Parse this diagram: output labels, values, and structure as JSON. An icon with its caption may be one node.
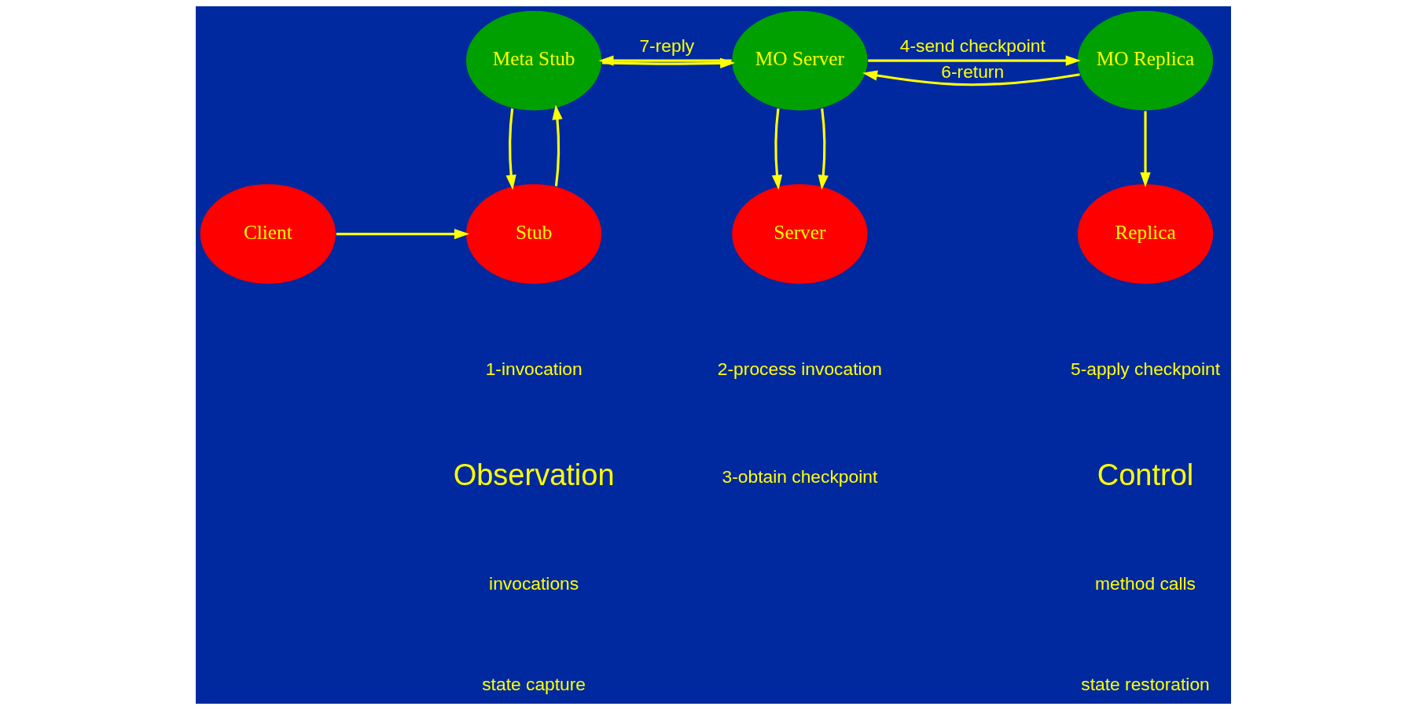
{
  "diagram": {
    "nodes": [
      {
        "text": [
          "Meta Stub"
        ]
      },
      {
        "text": [
          "MO Server"
        ]
      },
      {
        "text": [
          "MO Replica"
        ]
      },
      {
        "text": [
          "Client"
        ]
      },
      {
        "text": [
          "Stub"
        ]
      },
      {
        "text": [
          "Server"
        ]
      },
      {
        "text": [
          "Replica"
        ]
      }
    ],
    "edges": [
      {
        "from": 0,
        "to": 1,
        "arrow": "to"
      },
      {
        "from": 1,
        "to": 2,
        "arrow": "to",
        "label": "4-send checkpoint"
      },
      {
        "from": 2,
        "to": 1,
        "arrow": "to",
        "label": "6-return"
      },
      {
        "from": 1,
        "to": 0,
        "arrow": "to",
        "label": "7-reply"
      },
      {
        "from": 4,
        "to": 0,
        "arrow": "to"
      },
      {
        "from": 0,
        "to": 4,
        "arrow": "to"
      },
      {
        "from": 1,
        "to": 5,
        "arrow": "to"
      },
      {
        "from": 1,
        "to": 5,
        "arrow": "to"
      },
      {
        "from": 2,
        "to": 6,
        "arrow": "to"
      },
      {
        "from": 3,
        "to": 4,
        "arrow": "to"
      }
    ],
    "labels": [
      "1-invocation",
      "2-process invocation",
      "3-obtain checkpoint",
      "5-apply checkpoint",
      "Observation",
      "invocations",
      "state capture",
      "Control",
      "method calls",
      "state restoration"
    ]
  }
}
